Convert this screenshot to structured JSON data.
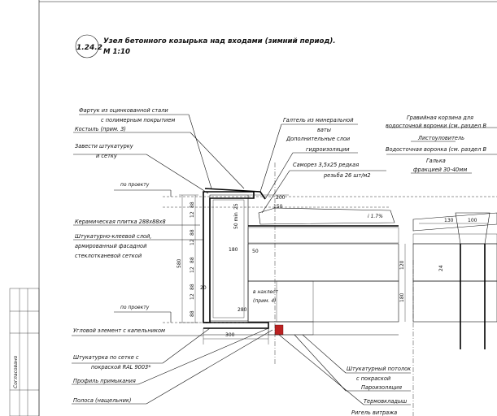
{
  "header": {
    "number": "1.24.2",
    "title_line1": "Узел бетонного козырька над входами (зимний период).",
    "title_line2": "М 1:10"
  },
  "sidebar": {
    "approved_label": "Согласовано"
  },
  "labels_left": {
    "fartuk_1": "Фартук из оцинкованной стали",
    "fartuk_2": "с полимерным покрытием",
    "kostyl": "Костыль (прим. 3)",
    "zavesti_1": "Завести штукатурку",
    "zavesti_2": "и сетку",
    "po_proektu_top": "по проекту",
    "plitka": "Керамическая плитка 288х88х8",
    "shtuk_1": "Штукатурно-клеевой слой,",
    "shtuk_2": "армированный фасадной",
    "shtuk_3": "стеклотканевой сеткой",
    "po_proektu_bottom": "по проекту",
    "ugol": "Угловой элемент с капельником",
    "shtuk_setka_1": "Штукатурка по сетке с",
    "shtuk_setka_2": "покраской RAL 9003*",
    "profil": "Профиль примыкания",
    "polosa": "Полоса (нащельник)"
  },
  "labels_center": {
    "galtel_1": "Галтель из минеральной",
    "galtel_2": "ваты",
    "dop_1": "Дополнительные слои",
    "dop_2": "гидроизоляции",
    "samorez_1": "Саморез 3,5х25 редкая",
    "samorez_2": "резьба 26 шт/м2",
    "nakhlest_1": "в нахлест",
    "nakhlest_2": "(прим. 4)",
    "slope": "i 1.7%",
    "potolok_1": "Штукатурный потолок",
    "potolok_2": "с покраской",
    "paro": "Пароизоляция",
    "termo": "Термовкладыш",
    "rigel": "Ригель витража"
  },
  "labels_right": {
    "gravi_1": "Гравийная корзина для",
    "gravi_2": "водосточной воронки (см. раздел В",
    "listov": "Листоуловитель",
    "voronka": "Водосточная воронка (см. раздел В",
    "galka_1": "Галька",
    "galka_2": "фракцией 30-40мм"
  },
  "dims": {
    "d200": "200",
    "d150": "150",
    "d25": "25",
    "d50min": "50 min",
    "d180a": "180",
    "d50": "50",
    "d20": "20",
    "d280": "280",
    "d300": "300",
    "d580": "580",
    "v88a": "88",
    "v12a": "12",
    "v88b": "88",
    "v12b": "12",
    "v88c": "88",
    "v12c": "12",
    "v88d": "88",
    "v12d": "12",
    "v88e": "88",
    "d120": "120",
    "d180b": "180",
    "d130": "130",
    "d100": "100",
    "d24": "24"
  }
}
